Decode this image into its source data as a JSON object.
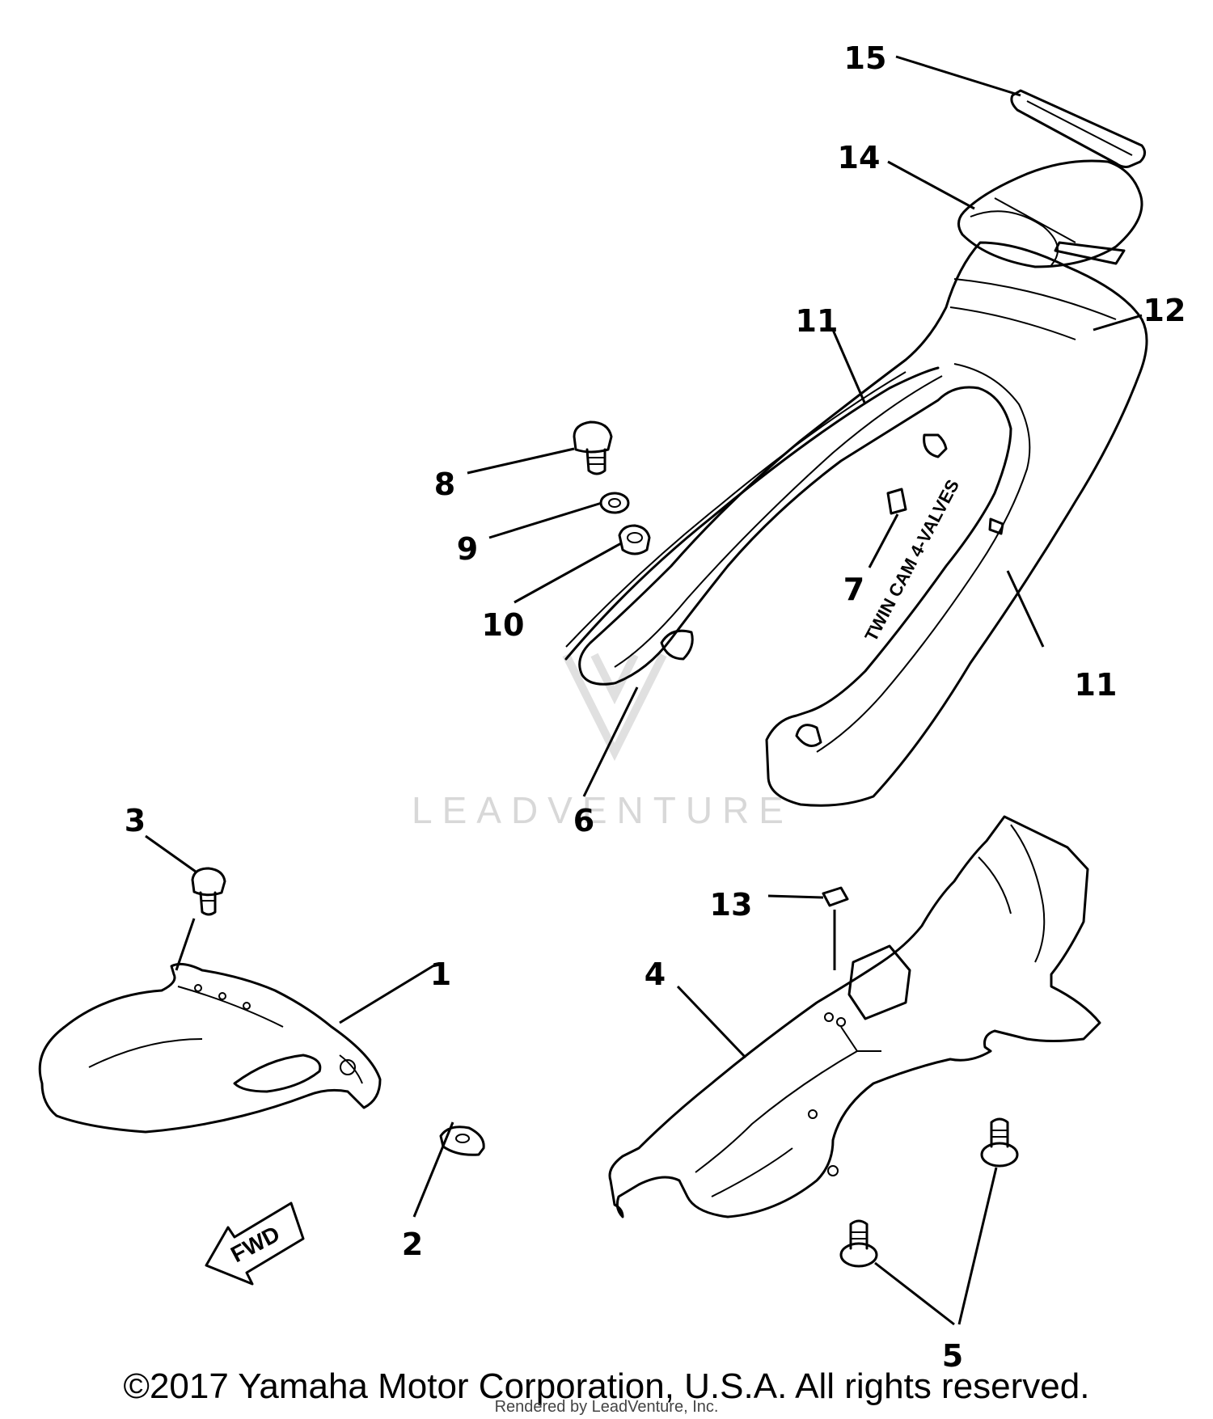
{
  "callouts": [
    {
      "id": "15",
      "label": "15"
    },
    {
      "id": "14",
      "label": "14"
    },
    {
      "id": "12",
      "label": "12"
    },
    {
      "id": "11a",
      "label": "11"
    },
    {
      "id": "11b",
      "label": "11"
    },
    {
      "id": "8",
      "label": "8"
    },
    {
      "id": "9",
      "label": "9"
    },
    {
      "id": "10",
      "label": "10"
    },
    {
      "id": "7",
      "label": "7"
    },
    {
      "id": "6",
      "label": "6"
    },
    {
      "id": "3",
      "label": "3"
    },
    {
      "id": "1",
      "label": "1"
    },
    {
      "id": "13",
      "label": "13"
    },
    {
      "id": "4",
      "label": "4"
    },
    {
      "id": "2",
      "label": "2"
    },
    {
      "id": "5",
      "label": "5"
    }
  ],
  "fwd_label": "FWD",
  "decal_text": "TWIN CAM 4-VALVES",
  "watermark": "LEADVENTURE",
  "copyright": "©2017 Yamaha Motor Corporation, U.S.A. All rights reserved.",
  "rendered_by": "Rendered by LeadVenture, Inc."
}
